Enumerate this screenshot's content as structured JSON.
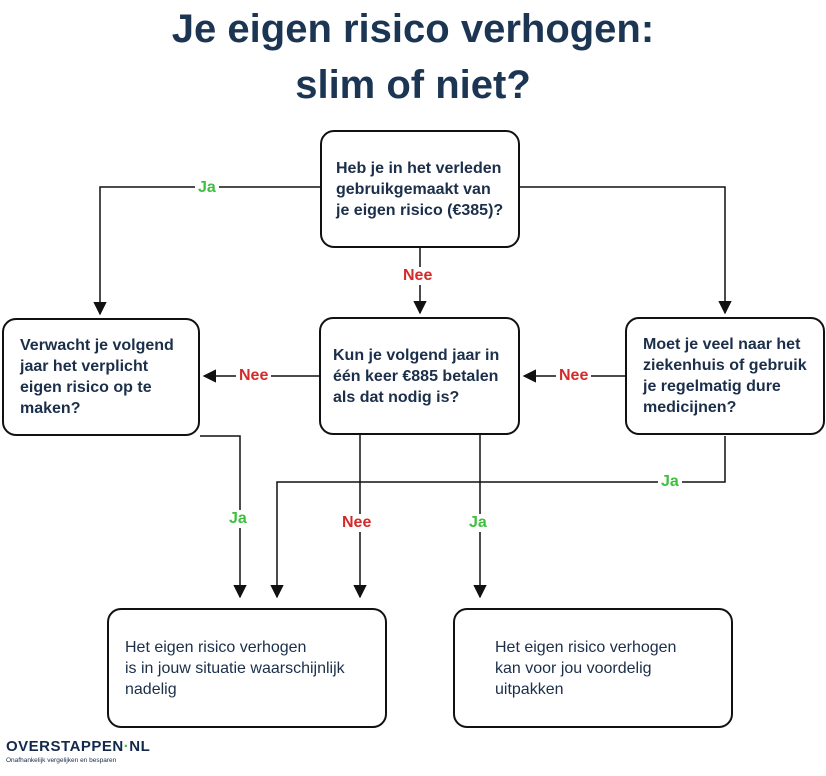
{
  "title": {
    "line1": "Je eigen risico verhogen:",
    "line2": "slim of niet?"
  },
  "nodes": {
    "q1": [
      "Heb je in het verleden",
      "gebruikgemaakt van",
      "je eigen risico (€385)?"
    ],
    "q2": [
      "Verwacht je volgend",
      "jaar het verplicht",
      "eigen risico op te",
      "maken?"
    ],
    "q3": [
      "Kun je volgend jaar in",
      "één keer €885 betalen",
      "als dat nodig is?"
    ],
    "q4": [
      "Moet je veel naar het",
      "ziekenhuis of gebruik",
      "je regelmatig dure",
      "medicijnen?"
    ],
    "r1": [
      "Het eigen risico verhogen",
      "is in jouw situatie waarschijnlijk",
      "nadelig"
    ],
    "r2": [
      "Het eigen risico verhogen",
      "kan voor jou voordelig",
      "uitpakken"
    ]
  },
  "edge_labels": {
    "q1_left": "Ja",
    "q1_down": "Nee",
    "q3_left": "Nee",
    "q4_left": "Nee",
    "q4_down": "Ja",
    "q2_down": "Ja",
    "q3_down_left": "Nee",
    "q3_down_right": "Ja"
  },
  "colors": {
    "yes": "#3ec03e",
    "no": "#d42a2a",
    "title": "#1b3553",
    "text": "#1b2f4a"
  },
  "logo": {
    "main_a": "OVERSTAPPEN",
    "dot": "·",
    "main_b": "NL",
    "tagline": "Onafhankelijk vergelijken en besparen"
  }
}
